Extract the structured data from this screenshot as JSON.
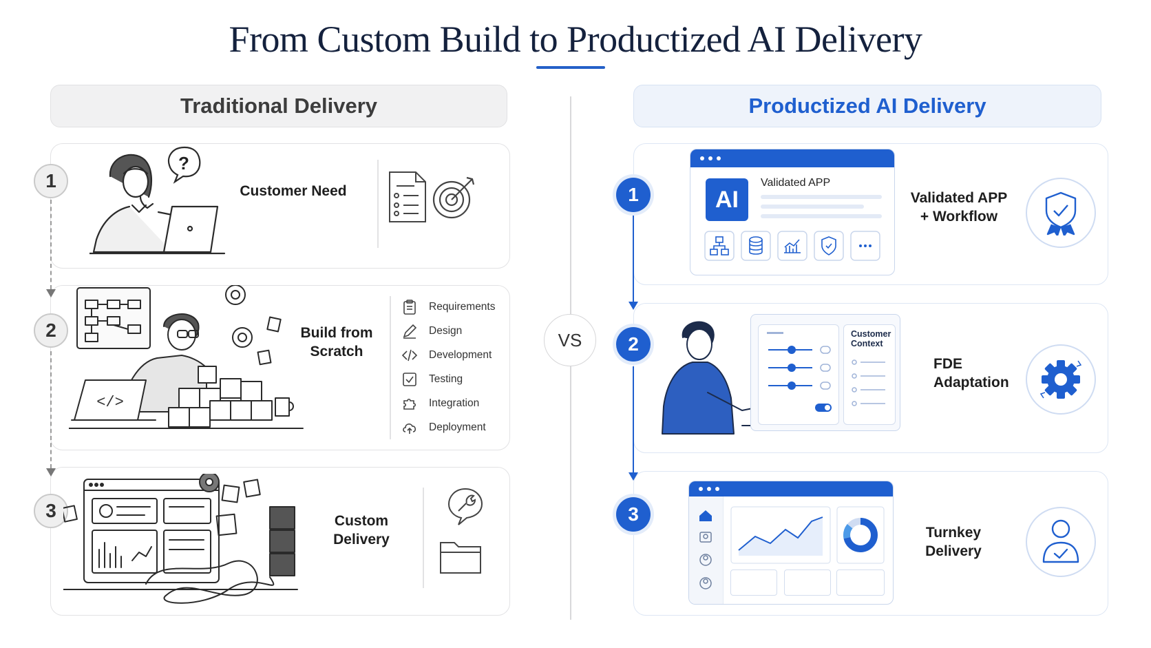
{
  "title": "From Custom Build to Productized AI Delivery",
  "colors": {
    "accent": "#1f5fcf",
    "navy": "#14213d",
    "gray": "#3c3c3c"
  },
  "vs_label": "VS",
  "traditional": {
    "header": "Traditional Delivery",
    "steps": [
      {
        "number": "1",
        "label_lines": [
          "Customer Need"
        ]
      },
      {
        "number": "2",
        "label_lines": [
          "Build from",
          "Scratch"
        ],
        "phases": [
          "Requirements",
          "Design",
          "Development",
          "Testing",
          "Integration",
          "Deployment"
        ]
      },
      {
        "number": "3",
        "label_lines": [
          "Custom",
          "Delivery"
        ]
      }
    ]
  },
  "productized": {
    "header": "Productized AI Delivery",
    "steps": [
      {
        "number": "1",
        "label_lines": [
          "Validated APP",
          "+ Workflow"
        ],
        "app_title": "Validated APP",
        "app_logo": "AI"
      },
      {
        "number": "2",
        "label_lines": [
          "FDE",
          "Adaptation"
        ],
        "panel_title_lines": [
          "Customer",
          "Context"
        ]
      },
      {
        "number": "3",
        "label_lines": [
          "Turnkey",
          "Delivery"
        ]
      }
    ]
  }
}
